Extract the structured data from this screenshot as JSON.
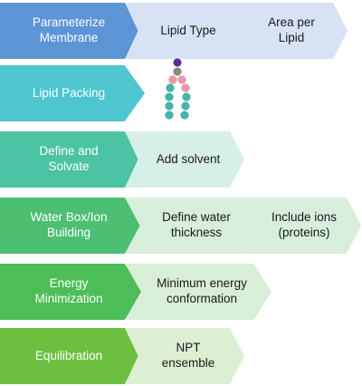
{
  "steps": [
    {
      "label": "Parameterize\nMembrane",
      "color": "#5b95d6",
      "details": [
        {
          "label": "Lipid Type",
          "color": "#d7e3f4"
        },
        {
          "label": "Area per\nLipid",
          "color": "#d7e3f4"
        }
      ]
    },
    {
      "label": "Lipid Packing",
      "color": "#4ec5cf",
      "details": []
    },
    {
      "label": "Define and\nSolvate",
      "color": "#4cc3a2",
      "details": [
        {
          "label": "Add solvent",
          "color": "#d6efe8"
        }
      ]
    },
    {
      "label": "Water Box/Ion\nBuilding",
      "color": "#4cbf73",
      "details": [
        {
          "label": "Define water\nthickness",
          "color": "#d7eedd"
        },
        {
          "label": "Include ions\n(proteins)",
          "color": "#d7eedd"
        }
      ]
    },
    {
      "label": "Energy\nMinimization",
      "color": "#4cbd57",
      "details": [
        {
          "label": "Minimum energy\nconformation",
          "color": "#d9eed6"
        }
      ]
    },
    {
      "label": "Equilibration",
      "color": "#6dbf3f",
      "details": [
        {
          "label": "NPT\nensemble",
          "color": "#dcefd3"
        }
      ]
    }
  ],
  "lipid_illustration": {
    "head_color": "#5b2a9e",
    "neck_color": "#8a8a7a",
    "glycerol_color": "#e79aaa",
    "tail_color": "#3fb7aa"
  }
}
